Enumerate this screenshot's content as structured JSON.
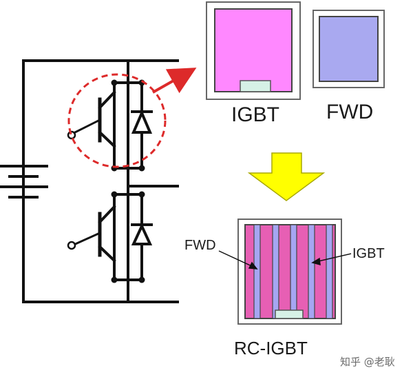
{
  "labels": {
    "igbt_chip": "IGBT",
    "fwd_chip": "FWD",
    "rc_fwd": "FWD",
    "rc_igbt": "IGBT",
    "rc_title": "RC-IGBT"
  },
  "watermark": "知乎 @老耿",
  "colors": {
    "wire": "#111111",
    "highlight": "#dd2a2a",
    "igbt_fill": "#ff88ff",
    "fwd_fill": "#a9a9f0",
    "rc_igbt_fill": "#e75fb4",
    "rc_fwd_fill": "#a6a6f2",
    "pad": "#d6f1e6",
    "down_arrow": "#ffff00",
    "down_arrow_outline": "#a8a800"
  }
}
